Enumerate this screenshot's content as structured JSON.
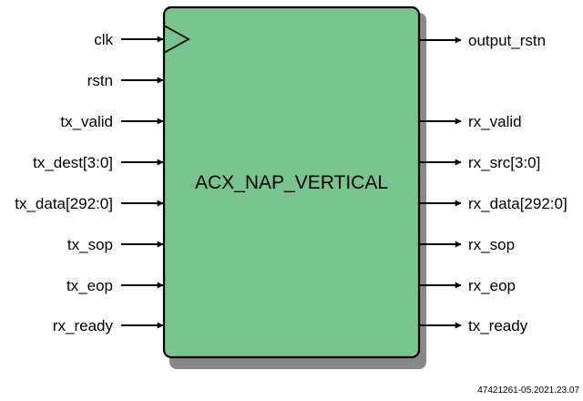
{
  "block": {
    "name": "ACX_NAP_VERTICAL",
    "fill_color": "#77c48e",
    "stroke_color": "#000000",
    "shadow_color": "#888888"
  },
  "inputs": [
    {
      "label": "clk",
      "icon": "clock-triangle-icon"
    },
    {
      "label": "rstn"
    },
    {
      "label": "tx_valid"
    },
    {
      "label": "tx_dest[3:0]"
    },
    {
      "label": "tx_data[292:0]"
    },
    {
      "label": "tx_sop"
    },
    {
      "label": "tx_eop"
    },
    {
      "label": "rx_ready"
    }
  ],
  "outputs": [
    {
      "label": "output_rstn"
    },
    {
      "label": "rx_valid"
    },
    {
      "label": "rx_src[3:0]"
    },
    {
      "label": "rx_data[292:0]"
    },
    {
      "label": "rx_sop"
    },
    {
      "label": "rx_eop"
    },
    {
      "label": "tx_ready"
    }
  ],
  "footer": {
    "figure_id": "47421261-05.2021.23.07"
  }
}
